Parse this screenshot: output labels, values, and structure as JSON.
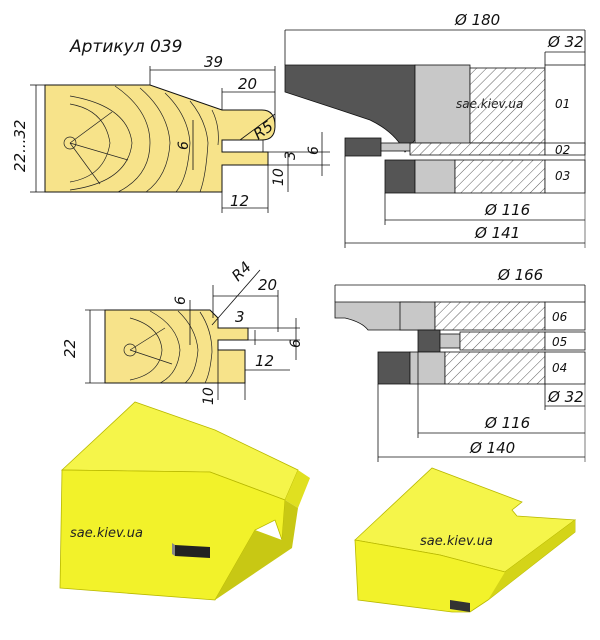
{
  "title": "Артикул 039",
  "watermark": "sae.kiev.ua",
  "top_profile": {
    "dims": {
      "d39": "39",
      "d20": "20",
      "r5": "R5",
      "d22_32": "22...32",
      "d6a": "6",
      "d3": "3",
      "d10": "10",
      "d12": "12",
      "d6b": "6"
    }
  },
  "top_cutter": {
    "dims": {
      "dia180": "Ø 180",
      "dia32": "Ø 32",
      "dia116": "Ø 116",
      "dia141": "Ø 141"
    },
    "parts": {
      "p01": "01",
      "p02": "02",
      "p03": "03"
    }
  },
  "bottom_profile": {
    "dims": {
      "r4": "R4",
      "d20": "20",
      "d6a": "6",
      "d3": "3",
      "d22": "22",
      "d6b": "6",
      "d12": "12",
      "d10": "10"
    }
  },
  "bottom_cutter": {
    "dims": {
      "dia166": "Ø 166",
      "dia32": "Ø 32",
      "dia116": "Ø 116",
      "dia140": "Ø 140"
    },
    "parts": {
      "p06": "06",
      "p05": "05",
      "p04": "04"
    }
  },
  "colors": {
    "wood": "#f7e38a",
    "yellow3d": "#f2f22a",
    "steel_dark": "#555555",
    "steel_light": "#c8c8c8"
  }
}
